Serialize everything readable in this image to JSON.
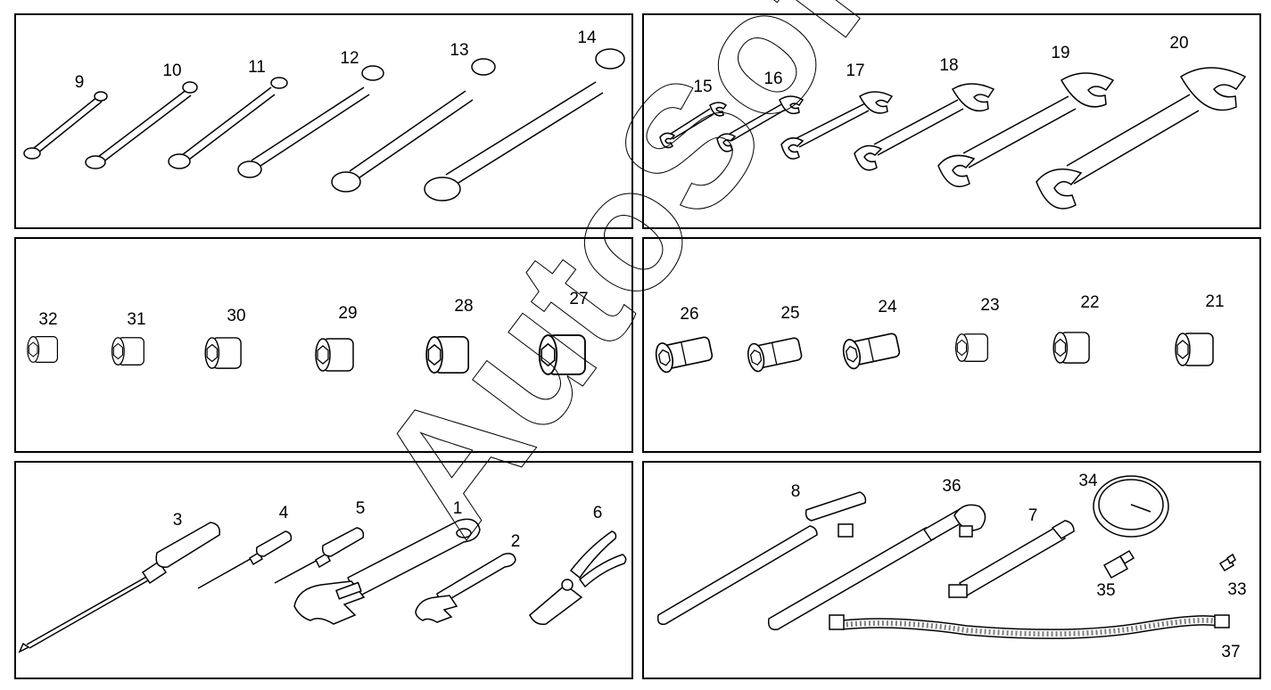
{
  "watermark": "AutoSoft",
  "panels": {
    "ring_wrenches": {
      "labels": [
        "9",
        "10",
        "11",
        "12",
        "13",
        "14"
      ]
    },
    "open_wrenches": {
      "labels": [
        "15",
        "16",
        "17",
        "18",
        "19",
        "20"
      ]
    },
    "sockets_left": {
      "labels": [
        "32",
        "31",
        "30",
        "29",
        "28",
        "27"
      ]
    },
    "sockets_right": {
      "labels": [
        "26",
        "25",
        "24",
        "23",
        "22",
        "21"
      ]
    },
    "hand_tools": {
      "labels": [
        "3",
        "4",
        "5",
        "1",
        "2",
        "6"
      ]
    },
    "special_tools": {
      "labels": [
        "8",
        "36",
        "7",
        "34",
        "35",
        "33",
        "37"
      ]
    }
  },
  "colors": {
    "line": "#000000",
    "background": "#ffffff"
  }
}
